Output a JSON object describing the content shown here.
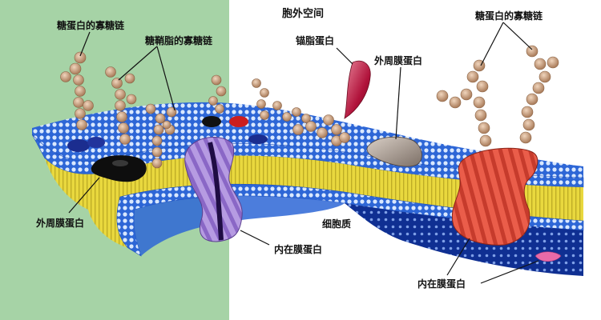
{
  "labels": {
    "extracellular_space": "胞外空间",
    "cytoplasm": "细胞质",
    "glycoprotein_sugar_chain_left": "糖蛋白的寡糖链",
    "glycolipid_sugar_chain": "糖鞘脂的寡糖链",
    "anchored_lipid_protein": "锚脂蛋白",
    "peripheral_protein_top": "外周膜蛋白",
    "glycoprotein_sugar_chain_right": "糖蛋白的寡糖链",
    "peripheral_protein_left": "外周膜蛋白",
    "integral_protein_center": "内在膜蛋白",
    "integral_protein_right": "内在膜蛋白"
  },
  "colors": {
    "left_panel": "#a6d3a6",
    "membrane_blue": "#1f57c8",
    "membrane_dark_blue": "#0d2a8a",
    "lipid_tail_yellow": "#e6d43a",
    "lipid_head_light": "#cfe2ff",
    "sugar_bead": "#c9a07f",
    "integral_protein_purple": "#a98ad8",
    "integral_protein_red": "#e0503e",
    "anchored_protein": "#b0123a",
    "peripheral_protein_black": "#111111",
    "peripheral_protein_gray": "#a89b90",
    "small_protein_pink": "#e86aa8"
  }
}
